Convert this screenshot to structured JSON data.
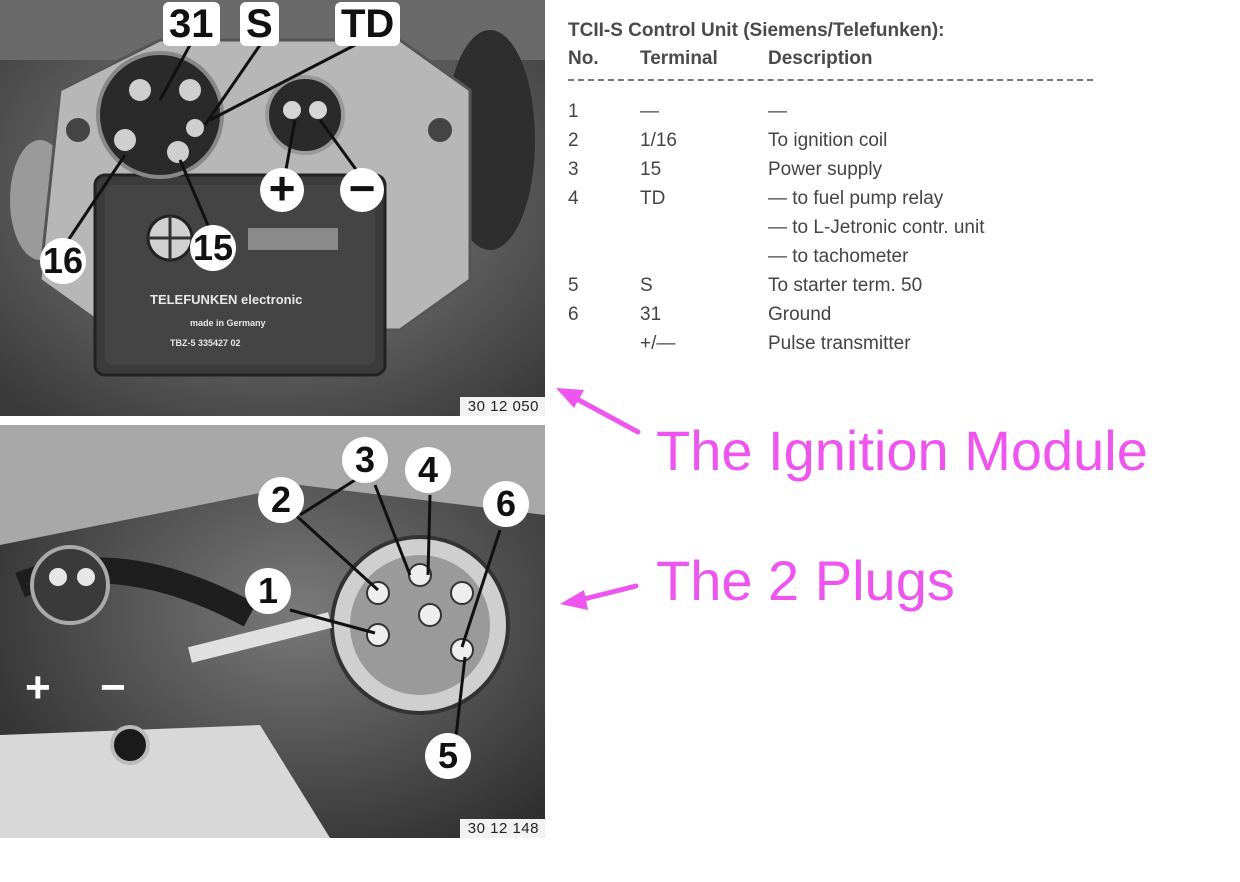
{
  "top_photo": {
    "plate": "30 12 050",
    "callouts": {
      "ground": "31",
      "starter": "S",
      "tachometer_drive": "TD",
      "plus": "+",
      "minus": "−",
      "coil": "16",
      "power": "15"
    },
    "unit_text": [
      "TELEFUNKEN electronic",
      "made in Germany",
      "TBZ-5   335427   02"
    ]
  },
  "bottom_photo": {
    "plate": "30 12 148",
    "callouts": [
      "1",
      "2",
      "3",
      "4",
      "5",
      "6"
    ],
    "plus": "+",
    "minus": "−"
  },
  "table": {
    "title": "TCII-S Control Unit (Siemens/Telefunken):",
    "headers": [
      "No.",
      "Terminal",
      "Description"
    ],
    "rows": [
      {
        "no": "1",
        "terminal": "—",
        "desc": "—"
      },
      {
        "no": "2",
        "terminal": "1/16",
        "desc": "To ignition coil"
      },
      {
        "no": "3",
        "terminal": "15",
        "desc": "Power supply"
      },
      {
        "no": "4",
        "terminal": "TD",
        "desc": "— to fuel pump relay"
      },
      {
        "no": "",
        "terminal": "",
        "desc": "— to L-Jetronic contr. unit"
      },
      {
        "no": "",
        "terminal": "",
        "desc": "— to tachometer"
      },
      {
        "no": "5",
        "terminal": "S",
        "desc": "To starter term. 50"
      },
      {
        "no": "6",
        "terminal": "31",
        "desc": "Ground"
      },
      {
        "no": "",
        "terminal": "+/—",
        "desc": "Pulse transmitter"
      }
    ]
  },
  "annotations": {
    "module": "The Ignition Module",
    "plugs": "The 2 Plugs",
    "color": "#ee55ee"
  }
}
